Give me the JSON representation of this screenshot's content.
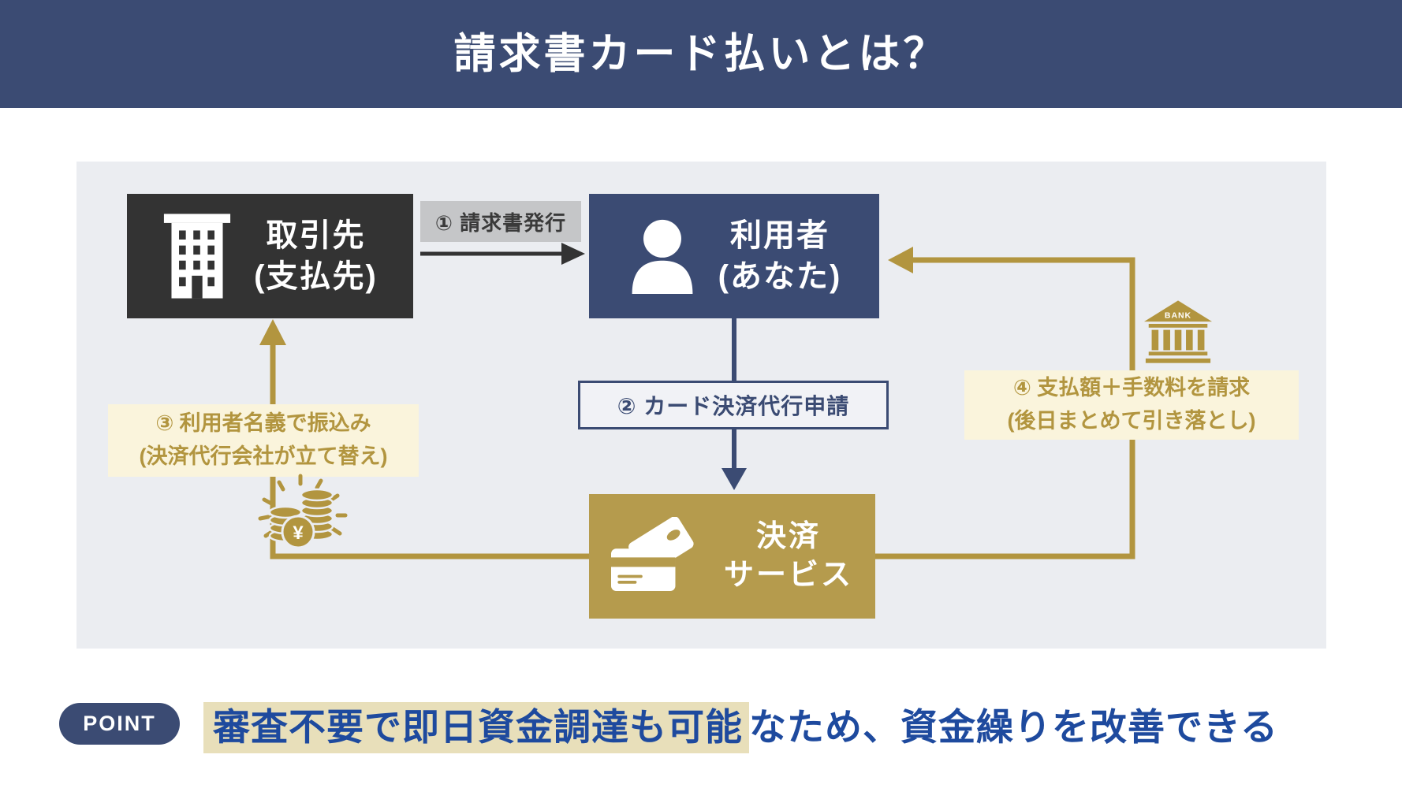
{
  "title": "請求書カード払いとは？",
  "diagram": {
    "nodes": {
      "client": {
        "name": "取引先",
        "sub": "(支払先)"
      },
      "user": {
        "name": "利用者",
        "sub": "(あなた)"
      },
      "service": {
        "name": "決済",
        "sub": "サービス"
      }
    },
    "steps": {
      "step1": {
        "label": "① 請求書発行"
      },
      "step2": {
        "label": "② カード決済代行申請"
      },
      "step3": {
        "line1": "③ 利用者名義で振込み",
        "line2": "(決済代行会社が立て替え)"
      },
      "step4": {
        "line1": "④ 支払額＋手数料を請求",
        "line2": "(後日まとめて引き落とし)"
      }
    },
    "bank_icon_label": "BANK",
    "coin_currency_symbol": "¥"
  },
  "point": {
    "badge_label": "POINT",
    "highlighted_text": "審査不要で即日資金調達も可能",
    "plain_text": "なため、資金繰りを改善できる"
  },
  "colors": {
    "header_navy": "#3b4b73",
    "client_dark": "#333333",
    "service_gold": "#b59b4d",
    "gold_accent": "#b2953f",
    "cream_label_bg": "#faf4dc",
    "gray_label_bg": "#c5c6c8",
    "panel_bg": "#ebedf1",
    "point_text_blue": "#1e4a9e",
    "point_highlight_bg": "#e8dfba"
  }
}
